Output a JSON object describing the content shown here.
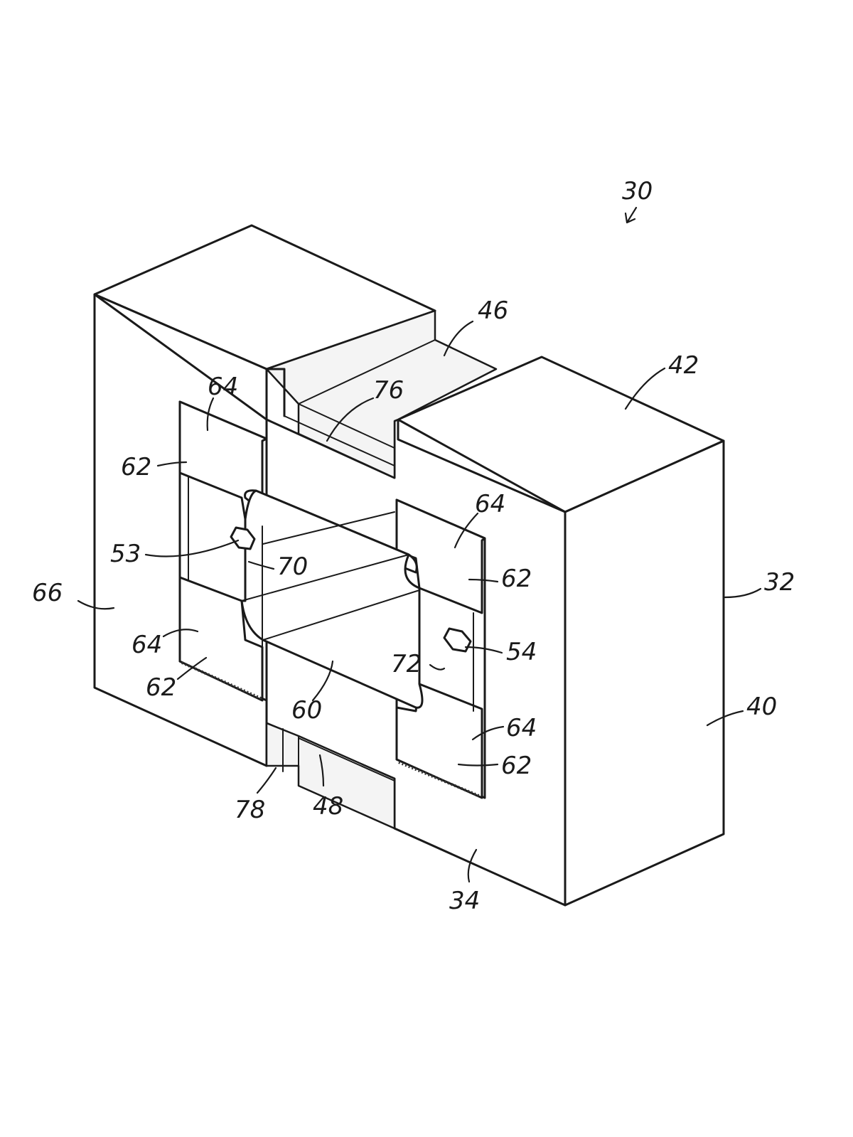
{
  "figure": {
    "labels": {
      "assembly": "30",
      "right_face": "32",
      "front_face_bottom": "34",
      "right_face_lower": "40",
      "top_face": "42",
      "top_slot": "46",
      "bottom_slot": "48",
      "left_bolt": "53",
      "right_bolt": "54",
      "center_bar": "60",
      "pad_upper_left": "62",
      "pad_mid_left": "62",
      "pad_upper_right": "62",
      "pad_lower_right": "62",
      "pad_tab_upper_left": "64",
      "pad_tab_lower_left": "64",
      "pad_tab_upper_right": "64",
      "pad_tab_lower_right": "64",
      "left_face": "66",
      "left_recess": "70",
      "right_recess": "72",
      "top_groove": "76",
      "bottom_groove": "78"
    }
  }
}
